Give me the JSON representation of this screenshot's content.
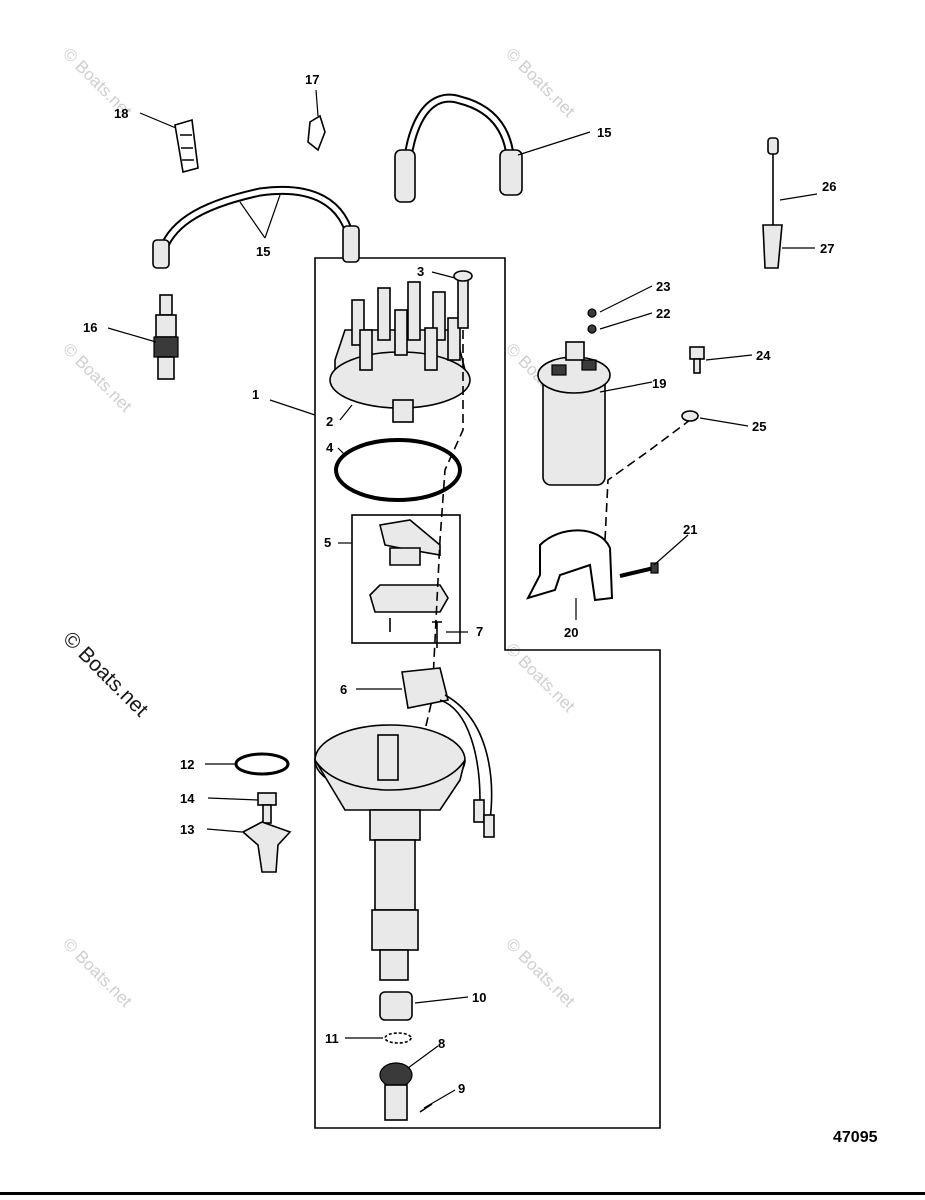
{
  "watermarks": {
    "faint": "© Boats.net",
    "prominent": "© Boats.net"
  },
  "reference_number": "47095",
  "callouts": [
    "1",
    "2",
    "3",
    "4",
    "5",
    "6",
    "7",
    "8",
    "9",
    "10",
    "11",
    "12",
    "13",
    "14",
    "15",
    "15",
    "16",
    "17",
    "18",
    "19",
    "20",
    "21",
    "22",
    "23",
    "24",
    "25",
    "26",
    "27"
  ]
}
